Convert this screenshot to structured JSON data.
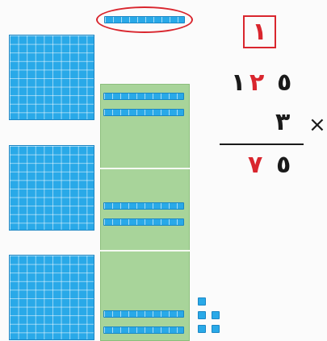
{
  "problem": {
    "carry": "١",
    "top_digits": [
      "١",
      "٢",
      "٥"
    ],
    "multiplier": "٣",
    "operator": "×",
    "result_digits": [
      "٧",
      "٥"
    ]
  },
  "blocks": {
    "hundreds": 3,
    "tens_in_panel": 6,
    "tens_circled": 1,
    "ones": 5
  },
  "colors": {
    "block": "#29a9e8",
    "panel": "#a8d49a",
    "highlight": "#d9262e",
    "text": "#1a1a1a"
  }
}
